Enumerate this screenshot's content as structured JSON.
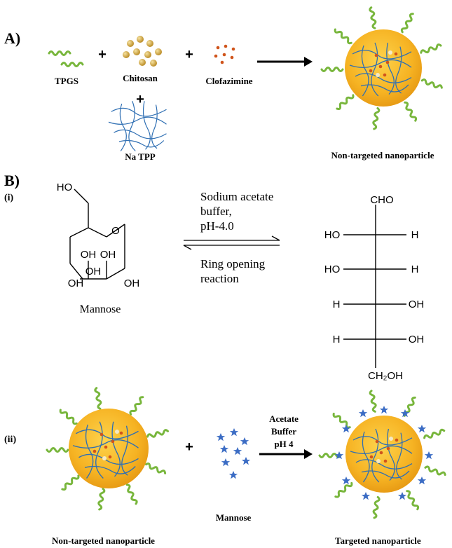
{
  "panel_a": {
    "label": "A)",
    "tpgs": "TPGS",
    "chitosan": "Chitosan",
    "clofazimine": "Clofazimine",
    "na_tpp": "Na TPP",
    "plus": "+",
    "product": "Non-targeted nanoparticle"
  },
  "panel_b": {
    "label": "B)",
    "sub_i": "(i)",
    "sub_ii": "(ii)",
    "mannose_ring": {
      "name": "Mannose",
      "ho_top": "HO",
      "o": "O",
      "oh1": "OH",
      "oh2": "OH",
      "oh3": "OH",
      "oh4": "OH",
      "oh5": "OH"
    },
    "reaction_i": {
      "cond1": "Sodium acetate",
      "cond2": "buffer,",
      "cond3": "pH-4.0",
      "below1": "Ring opening",
      "below2": "reaction"
    },
    "open_chain": {
      "cho": "CHO",
      "r1l": "HO",
      "r1r": "H",
      "r2l": "HO",
      "r2r": "H",
      "r3l": "H",
      "r3r": "OH",
      "r4l": "H",
      "r4r": "OH",
      "ch2oh": "CH₂OH"
    },
    "reaction_ii": {
      "cond1": "Acetate",
      "cond2": "Buffer",
      "cond3": "pH 4",
      "mannose": "Mannose",
      "left_label": "Non-targeted nanoparticle",
      "right_label": "Targeted nanoparticle",
      "plus": "+"
    }
  },
  "colors": {
    "particle": "#f5b521",
    "particle_dark": "#e79a10",
    "tpgs": "#78b63c",
    "chitosan": "#d3a23a",
    "clofazimine": "#d0541b",
    "tpp": "#2f6fb3",
    "star": "#3b6cc4"
  }
}
